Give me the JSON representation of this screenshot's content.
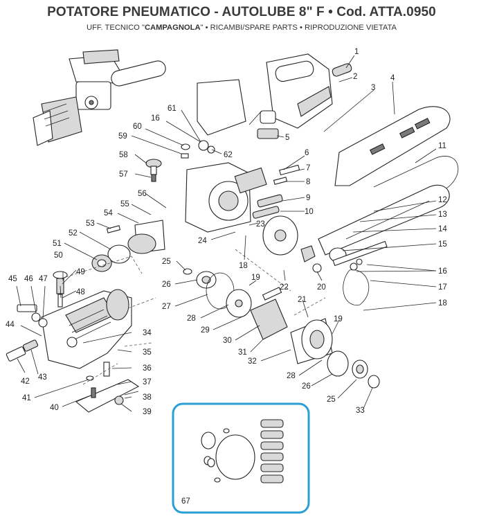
{
  "header": {
    "title": "POTATORE PNEUMATICO - AUTOLUBE 8\" F • Cod. ATTA.0950",
    "subtitle_pre": "UFF. TECNICO \"",
    "subtitle_brand": "CAMPAGNOLA",
    "subtitle_post": "\" • RICAMBI/SPARE PARTS • RIPRODUZIONE VIETATA"
  },
  "callouts": [
    {
      "id": "c1",
      "label": "1"
    },
    {
      "id": "c2",
      "label": "2"
    },
    {
      "id": "c3",
      "label": "3"
    },
    {
      "id": "c4",
      "label": "4"
    },
    {
      "id": "c5",
      "label": "5"
    },
    {
      "id": "c6",
      "label": "6"
    },
    {
      "id": "c7",
      "label": "7"
    },
    {
      "id": "c8",
      "label": "8"
    },
    {
      "id": "c9",
      "label": "9"
    },
    {
      "id": "c10",
      "label": "10"
    },
    {
      "id": "c11",
      "label": "11"
    },
    {
      "id": "c12",
      "label": "12"
    },
    {
      "id": "c13",
      "label": "13"
    },
    {
      "id": "c14",
      "label": "14"
    },
    {
      "id": "c15",
      "label": "15"
    },
    {
      "id": "c16",
      "label": "16"
    },
    {
      "id": "c16b",
      "label": "16"
    },
    {
      "id": "c17",
      "label": "17"
    },
    {
      "id": "c18",
      "label": "18"
    },
    {
      "id": "c18b",
      "label": "18"
    },
    {
      "id": "c19",
      "label": "19"
    },
    {
      "id": "c19b",
      "label": "19"
    },
    {
      "id": "c20",
      "label": "20"
    },
    {
      "id": "c21",
      "label": "21"
    },
    {
      "id": "c22",
      "label": "22"
    },
    {
      "id": "c23",
      "label": "23"
    },
    {
      "id": "c24",
      "label": "24"
    },
    {
      "id": "c25",
      "label": "25"
    },
    {
      "id": "c25b",
      "label": "25"
    },
    {
      "id": "c26",
      "label": "26"
    },
    {
      "id": "c26b",
      "label": "26"
    },
    {
      "id": "c27",
      "label": "27"
    },
    {
      "id": "c28",
      "label": "28"
    },
    {
      "id": "c28b",
      "label": "28"
    },
    {
      "id": "c29",
      "label": "29"
    },
    {
      "id": "c30",
      "label": "30"
    },
    {
      "id": "c31",
      "label": "31"
    },
    {
      "id": "c32",
      "label": "32"
    },
    {
      "id": "c33",
      "label": "33"
    },
    {
      "id": "c34",
      "label": "34"
    },
    {
      "id": "c35",
      "label": "35"
    },
    {
      "id": "c36",
      "label": "36"
    },
    {
      "id": "c37",
      "label": "37"
    },
    {
      "id": "c38",
      "label": "38"
    },
    {
      "id": "c39",
      "label": "39"
    },
    {
      "id": "c40",
      "label": "40"
    },
    {
      "id": "c41",
      "label": "41"
    },
    {
      "id": "c42",
      "label": "42"
    },
    {
      "id": "c43",
      "label": "43"
    },
    {
      "id": "c44",
      "label": "44"
    },
    {
      "id": "c45",
      "label": "45"
    },
    {
      "id": "c46",
      "label": "46"
    },
    {
      "id": "c47",
      "label": "47"
    },
    {
      "id": "c48",
      "label": "48"
    },
    {
      "id": "c49",
      "label": "49"
    },
    {
      "id": "c50",
      "label": "50"
    },
    {
      "id": "c51",
      "label": "51"
    },
    {
      "id": "c52",
      "label": "52"
    },
    {
      "id": "c53",
      "label": "53"
    },
    {
      "id": "c54",
      "label": "54"
    },
    {
      "id": "c55",
      "label": "55"
    },
    {
      "id": "c56",
      "label": "56"
    },
    {
      "id": "c57",
      "label": "57"
    },
    {
      "id": "c58",
      "label": "58"
    },
    {
      "id": "c59",
      "label": "59"
    },
    {
      "id": "c60",
      "label": "60"
    },
    {
      "id": "c61",
      "label": "61"
    },
    {
      "id": "c62",
      "label": "62"
    }
  ],
  "kit": {
    "label": "67",
    "border_color": "#2a9fd6"
  }
}
